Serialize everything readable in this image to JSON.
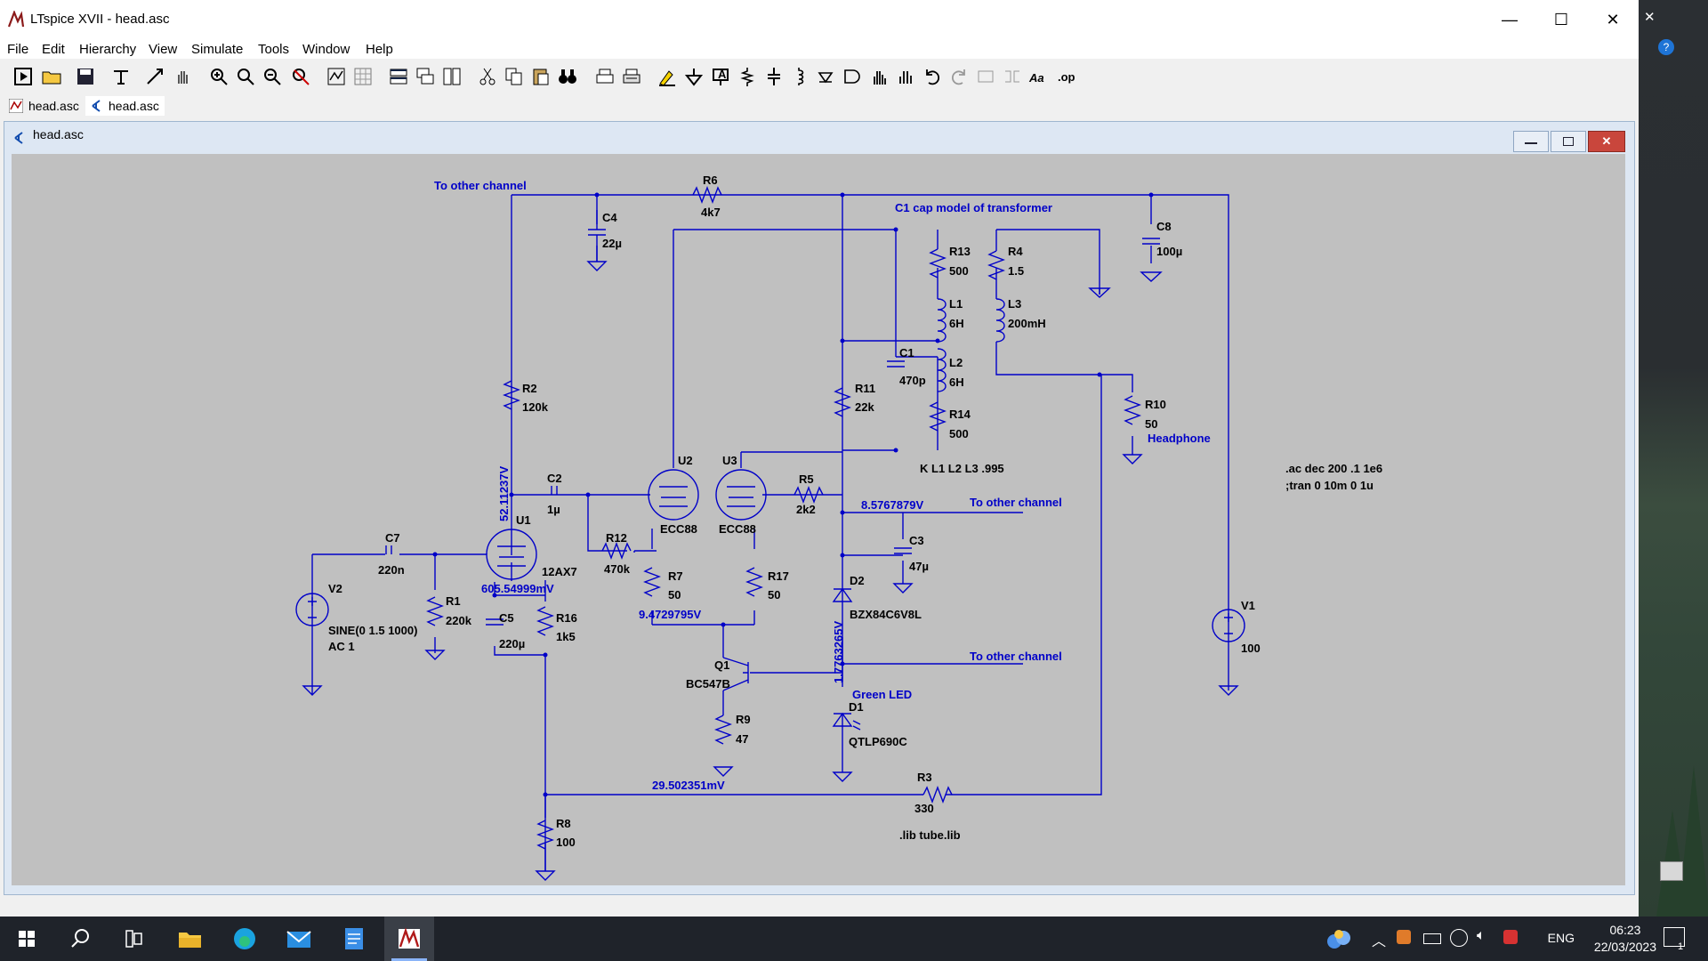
{
  "window": {
    "title": "LTspice XVII - head.asc",
    "minimize": "—",
    "maximize": "☐",
    "close": "✕"
  },
  "menu": [
    "File",
    "Edit",
    "Hierarchy",
    "View",
    "Simulate",
    "Tools",
    "Window",
    "Help"
  ],
  "tabs": [
    {
      "label": "head.asc",
      "icon": "waveform-icon"
    },
    {
      "label": "head.asc",
      "icon": "schematic-icon"
    }
  ],
  "document": {
    "title": "head.asc"
  },
  "schematic": {
    "notes": {
      "other_channel_1": "To other channel",
      "other_channel_2": "To other channel",
      "other_channel_3": "To other channel",
      "cap_model": "C1 cap model of transformer",
      "coupling": "K L1 L2 L3 .995",
      "ac": ".ac dec 200 .1 1e6",
      "tran": ";tran 0 10m 0 1u",
      "lib": ".lib tube.lib",
      "headphone": "Headphone",
      "green_led": "Green LED"
    },
    "voltages": {
      "v1": "52.11237V",
      "v2": "605.54999mV",
      "v3": "8.5767879V",
      "v4": "9.4729795V",
      "v5": "1.7763265V",
      "v6": "29.502351mV"
    },
    "components": {
      "R6": {
        "name": "R6",
        "value": "4k7"
      },
      "C4": {
        "name": "C4",
        "value": "22µ"
      },
      "C8": {
        "name": "C8",
        "value": "100µ"
      },
      "R13": {
        "name": "R13",
        "value": "500"
      },
      "R4": {
        "name": "R4",
        "value": "1.5"
      },
      "L1": {
        "name": "L1",
        "value": "6H"
      },
      "L3": {
        "name": "L3",
        "value": "200mH"
      },
      "C1": {
        "name": "C1",
        "value": "470p"
      },
      "L2": {
        "name": "L2",
        "value": "6H"
      },
      "R11": {
        "name": "R11",
        "value": "22k"
      },
      "R14": {
        "name": "R14",
        "value": "500"
      },
      "R2": {
        "name": "R2",
        "value": "120k"
      },
      "R10": {
        "name": "R10",
        "value": "50"
      },
      "U1": {
        "name": "U1",
        "value": "12AX7"
      },
      "U2": {
        "name": "U2",
        "value": "ECC88"
      },
      "U3": {
        "name": "U3",
        "value": "ECC88"
      },
      "C2": {
        "name": "C2",
        "value": "1µ"
      },
      "R5": {
        "name": "R5",
        "value": "2k2"
      },
      "C7": {
        "name": "C7",
        "value": "220n"
      },
      "R12": {
        "name": "R12",
        "value": "470k"
      },
      "C3": {
        "name": "C3",
        "value": "47µ"
      },
      "R7": {
        "name": "R7",
        "value": "50"
      },
      "R17": {
        "name": "R17",
        "value": "50"
      },
      "D2": {
        "name": "D2",
        "value": "BZX84C6V8L"
      },
      "V2": {
        "name": "V2",
        "value": "SINE(0 1.5 1000)",
        "value2": "AC 1"
      },
      "R1": {
        "name": "R1",
        "value": "220k"
      },
      "C5": {
        "name": "C5",
        "value": "220µ"
      },
      "R16": {
        "name": "R16",
        "value": "1k5"
      },
      "V1": {
        "name": "V1",
        "value": "100"
      },
      "Q1": {
        "name": "Q1",
        "value": "BC547B"
      },
      "R9": {
        "name": "R9",
        "value": "47"
      },
      "D1": {
        "name": "D1",
        "value": "QTLP690C"
      },
      "R3": {
        "name": "R3",
        "value": "330"
      },
      "R8": {
        "name": "R8",
        "value": "100"
      }
    }
  },
  "taskbar": {
    "time": "06:23",
    "date": "22/03/2023",
    "lang": "ENG",
    "notifications": "1"
  },
  "colors": {
    "wire": "#0000c8",
    "canvas": "#c0c0c0",
    "taskbar": "#1f232a"
  }
}
